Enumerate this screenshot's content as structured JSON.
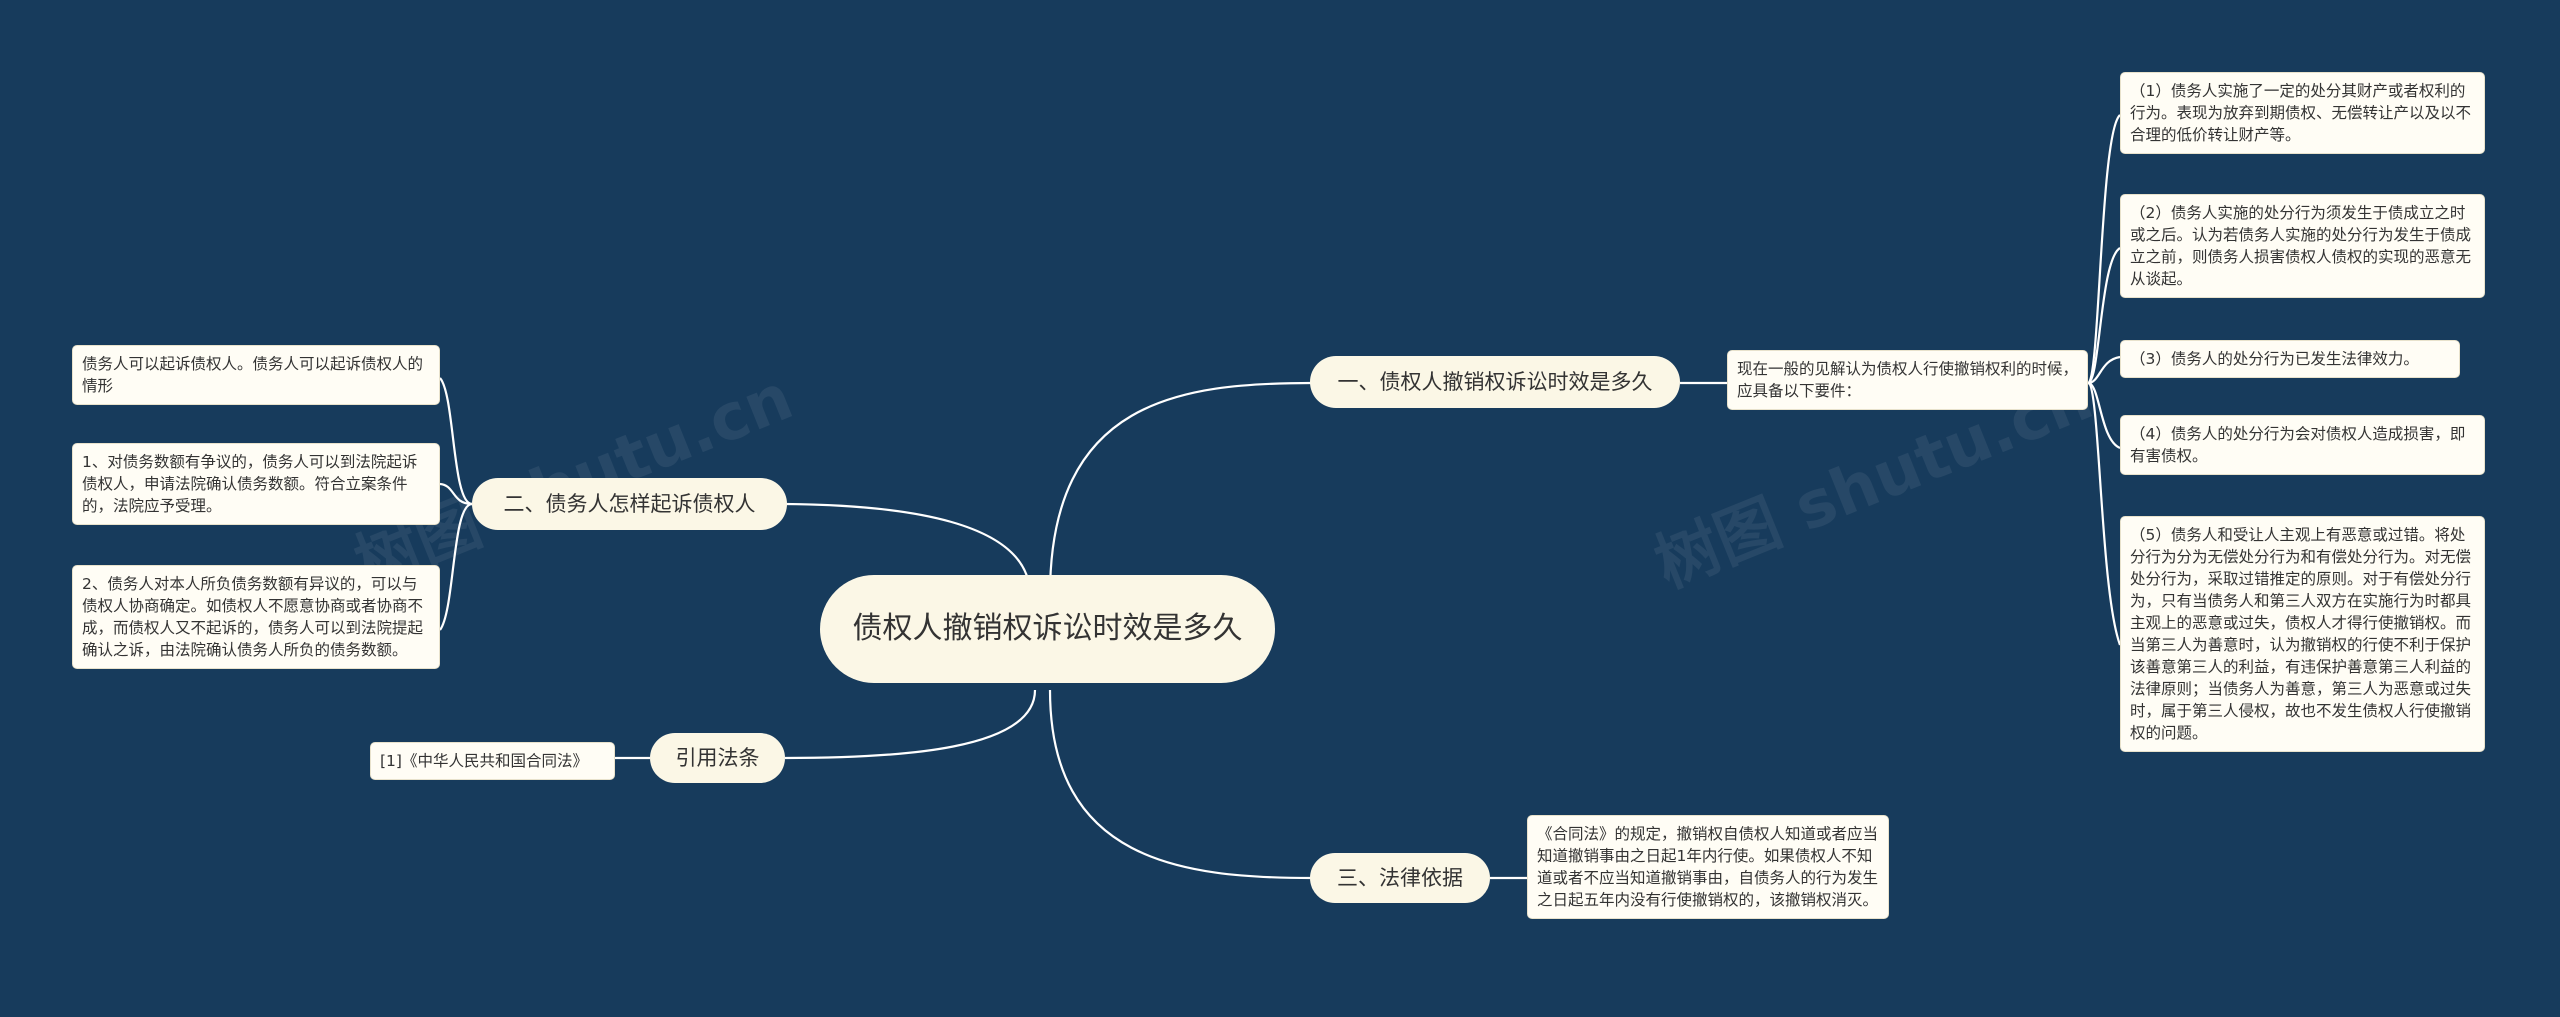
{
  "root": {
    "label": "债权人撤销权诉讼时效是多久"
  },
  "branches": {
    "b1": {
      "label": "一、债权人撤销权诉讼时效是多久"
    },
    "b2": {
      "label": "二、债务人怎样起诉债权人"
    },
    "b3": {
      "label": "引用法条"
    },
    "b4": {
      "label": "三、法律依据"
    }
  },
  "b1_intro": "现在一般的见解认为债权人行使撤销权利的时候，应具备以下要件：",
  "b1_items": [
    "（1）债务人实施了一定的处分其财产或者权利的行为。表现为放弃到期债权、无偿转让产以及以不合理的低价转让财产等。",
    "（2）债务人实施的处分行为须发生于债成立之时或之后。认为若债务人实施的处分行为发生于债成立之前，则债务人损害债权人债权的实现的恶意无从谈起。",
    "（3）债务人的处分行为已发生法律效力。",
    "（4）债务人的处分行为会对债权人造成损害，即有害债权。",
    "（5）债务人和受让人主观上有恶意或过错。将处分行为分为无偿处分行为和有偿处分行为。对无偿处分行为，采取过错推定的原则。对于有偿处分行为，只有当债务人和第三人双方在实施行为时都具主观上的恶意或过失，债权人才得行使撤销权。而当第三人为善意时，认为撤销权的行使不利于保护该善意第三人的利益，有违保护善意第三人利益的法律原则；当债务人为善意，第三人为恶意或过失时，属于第三人侵权，故也不发生债权人行使撤销权的问题。"
  ],
  "b2_items": [
    "债务人可以起诉债权人。债务人可以起诉债权人的情形",
    "1、对债务数额有争议的，债务人可以到法院起诉债权人，申请法院确认债务数额。符合立案条件的，法院应予受理。",
    "2、债务人对本人所负债务数额有异议的，可以与债权人协商确定。如债权人不愿意协商或者协商不成，而债权人又不起诉的，债务人可以到法院提起确认之诉，由法院确认债务人所负的债务数额。"
  ],
  "b3_items": [
    "[1]《中华人民共和国合同法》"
  ],
  "b4_items": [
    "《合同法》的规定，撤销权自债权人知道或者应当知道撤销事由之日起1年内行使。如果债权人不知道或者不应当知道撤销事由，自债务人的行为发生之日起五年内没有行使撤销权的，该撤销权消灭。"
  ],
  "colors": {
    "background": "#173b5c",
    "node": "#fbf7e6",
    "line": "#ffffff"
  }
}
